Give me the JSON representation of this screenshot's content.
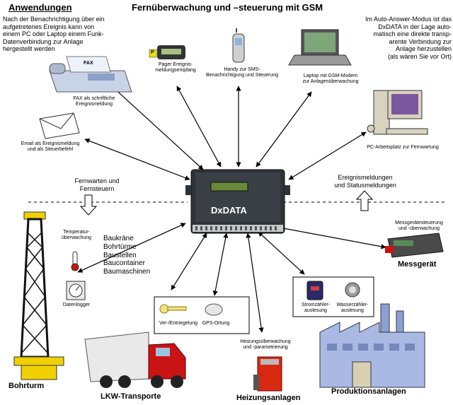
{
  "header": {
    "section_title": "Anwendungen",
    "main_title": "Fernüberwachung und –steuerung mit GSM",
    "left_intro": "Nach der Benachrichtigung über ein\naufgetretenes Ereignis kann von\neinem PC oder Laptop einem Funk-\nDatenverbindung zur Anlage\nhergestellt werden",
    "right_intro": "Im Auto-Answer-Modus ist das\nDxDATA in der Lage auto-\nmatisch eine direkte transp-\narente Verbindung zur\nAnlage herzustellen\n(als wären Sie vor Ort)"
  },
  "center": {
    "device_name": "DxDATA"
  },
  "devices": {
    "fax": {
      "tag": "FAX",
      "caption": "FAX als schriftliche\nEreignismeldung"
    },
    "pager": {
      "tag": "P",
      "caption": "Pager Ereignis-\nmeldungsempfang"
    },
    "handy": {
      "caption": "Handy zur SMS-\nBenachrichtigung und Steuerung"
    },
    "laptop": {
      "caption": "Laptop mit GSM-Modem\nzur Anlagenüberwachung"
    },
    "email": {
      "caption": "Email als Ereignismeldung\nund als Steuerbefehl"
    },
    "pc": {
      "caption": "PC-Arbeitsplatz zur Fernwartung"
    }
  },
  "flows": {
    "left": "Fernwarten und\nFernsteuern",
    "right": "Ereignismeldungen\nund Statusmeldungen"
  },
  "bohrturm": {
    "temp_label": "Temperatur-\nüberwachung",
    "logger_label": "Datenlogger",
    "title": "Bohrturm"
  },
  "baustellen_list": "Baukräne\nBohrtürme\nBaustellen\nBaucontainer\nBaumaschinen",
  "lkw": {
    "lock_label": "Ver-/Entriegelung",
    "gps_label": "GPS-Ortung",
    "title": "LKW-Transporte"
  },
  "heizung": {
    "label": "Heizungsüberwachung\nund -parametrierung",
    "title": "Heizungsanlagen"
  },
  "produktion": {
    "strom_label": "Stromzähler-\nauslesung",
    "wasser_label": "Wasserzähler-\nauslesung",
    "title": "Produktionsanlagen"
  },
  "messgeraet": {
    "label": "Messgerätesteuerung\nund -überwachung",
    "title": "Messgerät"
  }
}
